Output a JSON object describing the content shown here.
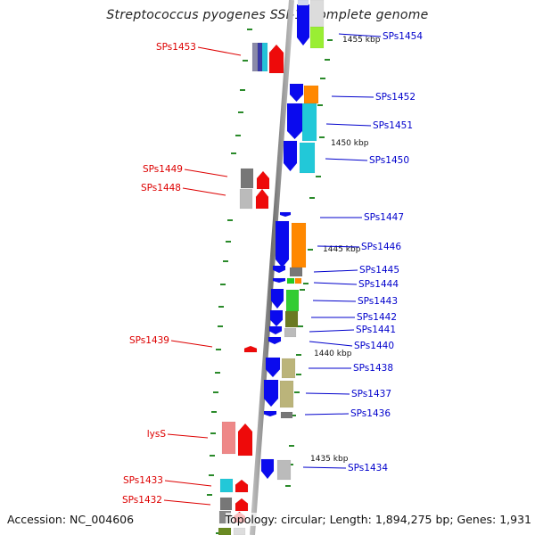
{
  "title": "Streptococcus pyogenes SSI-1, complete genome",
  "footer": {
    "accession": "Accession: NC_004606",
    "topology": "Topology: circular; Length: 1,894,275 bp; Genes: 1,931"
  },
  "colors": {
    "forward_label": "#0000cc",
    "reverse_label": "#dd0000",
    "backbone": "#7f7f7f",
    "tick": "#2a8a2a"
  },
  "scale_marks": [
    "1455 kbp",
    "1450 kbp",
    "1445 kbp",
    "1440 kbp",
    "1435 kbp"
  ],
  "forward_labels": [
    "SPs1454",
    "SPs1452",
    "SPs1451",
    "SPs1450",
    "SPs1447",
    "SPs1446",
    "SPs1445",
    "SPs1444",
    "SPs1443",
    "SPs1442",
    "SPs1441",
    "SPs1440",
    "SPs1438",
    "SPs1437",
    "SPs1436",
    "SPs1434"
  ],
  "reverse_labels": [
    "SPs1453",
    "SPs1449",
    "SPs1448",
    "SPs1439",
    "lysS",
    "SPs1433",
    "SPs1432"
  ]
}
